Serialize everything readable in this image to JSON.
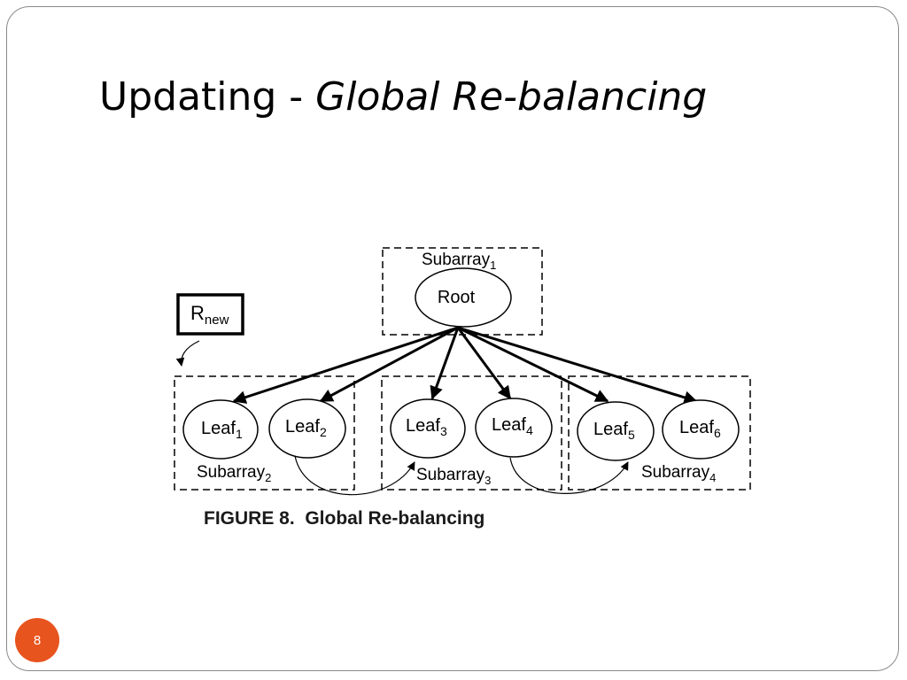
{
  "slide": {
    "title_plain": "Updating - ",
    "title_italic": "Global Re-balancing",
    "page_number": "8"
  },
  "figure": {
    "caption": "FIGURE 8.  Global Re-balancing",
    "new_root_label": "R",
    "new_root_sub": "new",
    "root_label": "Root",
    "subarrays": [
      {
        "label": "Subarray",
        "sub": "1"
      },
      {
        "label": "Subarray",
        "sub": "2"
      },
      {
        "label": "Subarray",
        "sub": "3"
      },
      {
        "label": "Subarray",
        "sub": "4"
      }
    ],
    "leaves": [
      {
        "label": "Leaf",
        "sub": "1"
      },
      {
        "label": "Leaf",
        "sub": "2"
      },
      {
        "label": "Leaf",
        "sub": "3"
      },
      {
        "label": "Leaf",
        "sub": "4"
      },
      {
        "label": "Leaf",
        "sub": "5"
      },
      {
        "label": "Leaf",
        "sub": "6"
      }
    ]
  }
}
